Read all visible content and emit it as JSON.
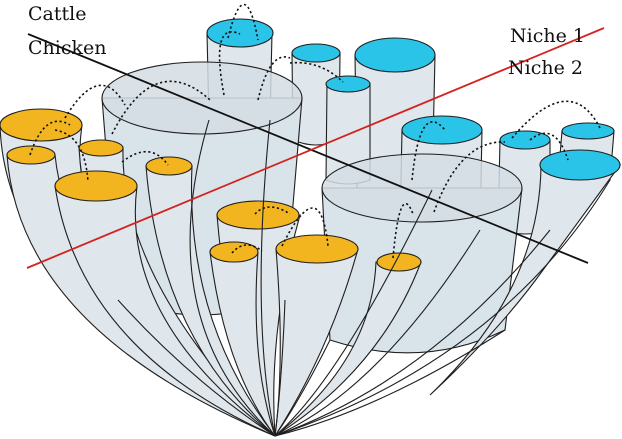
{
  "labels": {
    "top_left_upper": "Cattle",
    "top_left_lower": "Chicken",
    "top_right_upper": "Niche 1",
    "top_right_lower": "Niche 2"
  },
  "colors": {
    "cattle": "#29c4e8",
    "chicken": "#f2b41f",
    "black_line": "#111111",
    "red_line": "#d4231f",
    "tube_fill": "#dfe6ec"
  },
  "icons": {
    "arc_style": "dashed-arc",
    "branch_style": "tree-tubes"
  }
}
